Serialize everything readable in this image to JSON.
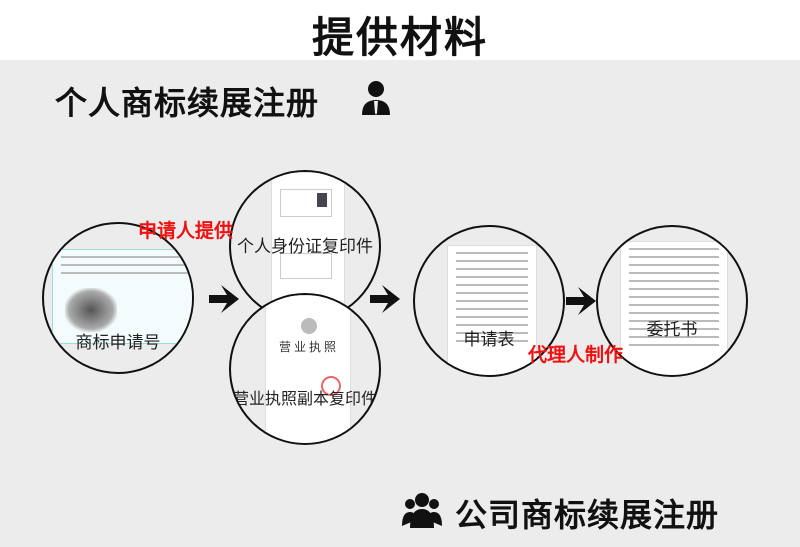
{
  "header": {
    "title": "提供材料"
  },
  "sections": {
    "personal": "个人商标续展注册",
    "company": "公司商标续展注册"
  },
  "notes": {
    "applicant_provides": "申请人提供",
    "agent_prepares": "代理人制作"
  },
  "materials": [
    {
      "label": "商标申请号"
    },
    {
      "label": "个人身份证复印件"
    },
    {
      "label": "营业执照副本复印件"
    },
    {
      "label": "申请表"
    },
    {
      "label": "委托书"
    }
  ],
  "colors": {
    "accent": "#f01010",
    "ink": "#111111",
    "background": "#ececec"
  }
}
